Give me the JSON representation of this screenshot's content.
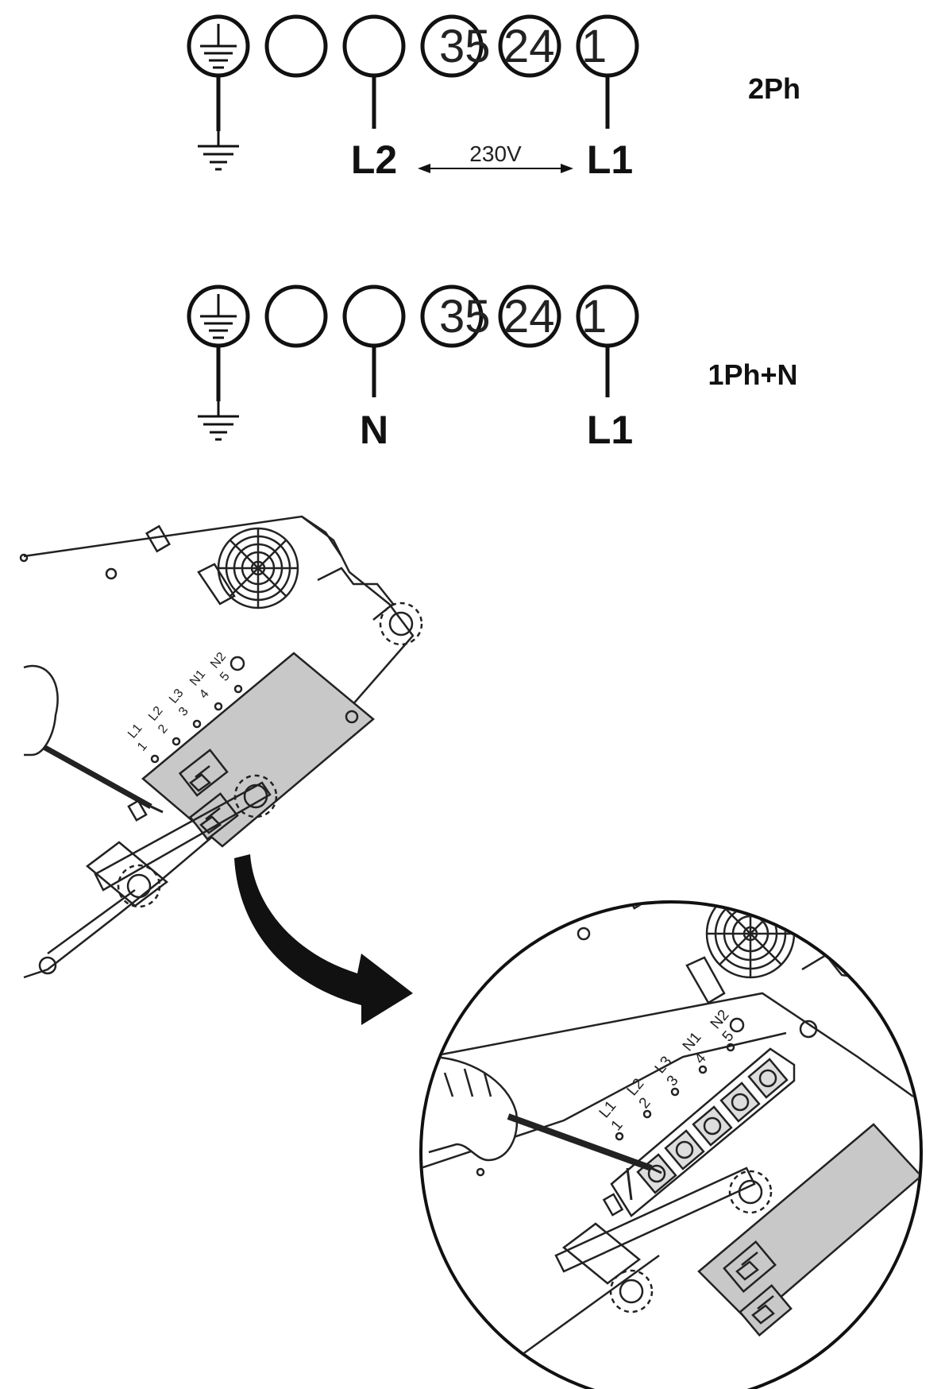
{
  "diagram_2ph": {
    "title": "2Ph",
    "terminals": [
      "",
      "",
      "",
      "35",
      "24",
      "1"
    ],
    "labels": {
      "left": "L2",
      "right": "L1"
    },
    "voltage": "230V"
  },
  "diagram_1ph": {
    "title": "1Ph+N",
    "terminals": [
      "",
      "",
      "",
      "35",
      "24",
      "1"
    ],
    "labels": {
      "left": "N",
      "right": "L1"
    }
  },
  "terminal_block": {
    "top_row": [
      "L1",
      "L2",
      "L3",
      "N1",
      "N2"
    ],
    "bottom_row": [
      "1",
      "2",
      "3",
      "4",
      "5"
    ]
  },
  "colors": {
    "line": "#111111",
    "panel": "#c8c8c8",
    "arrow": "#111111"
  }
}
